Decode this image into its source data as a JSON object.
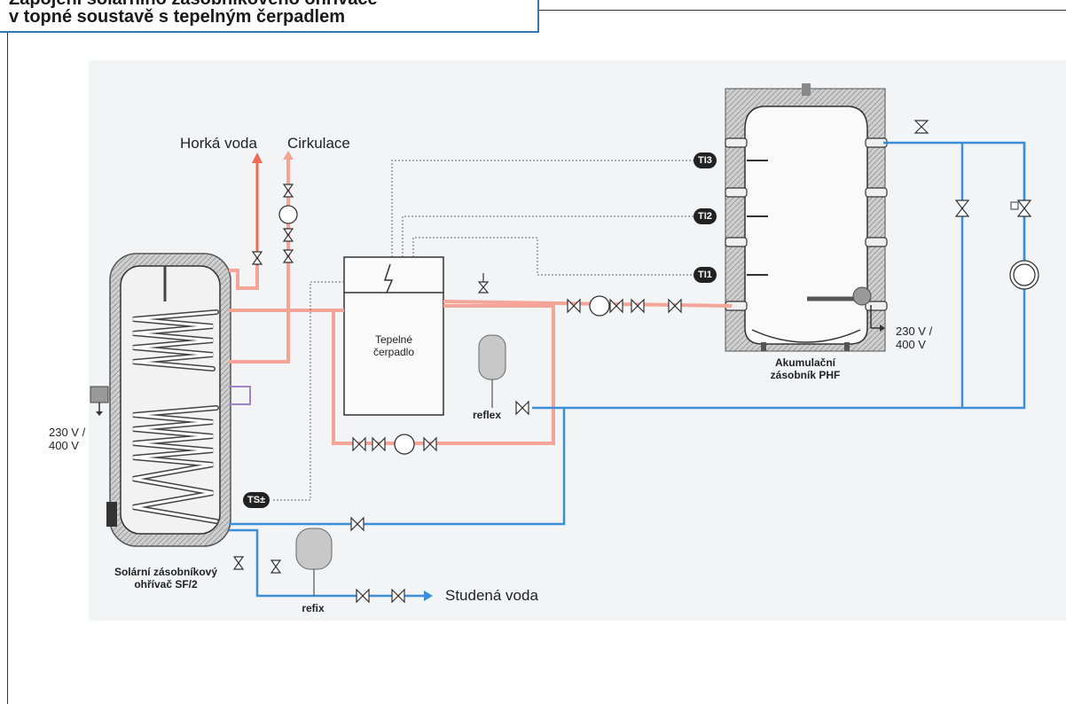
{
  "header": {
    "title_line1": "Zapojení solárního zásobníkového ohřívače",
    "title_line2": "v topné soustavě s tepelným čerpadlem"
  },
  "labels": {
    "hot_water": "Horká  voda",
    "circulation": "Cirkulace",
    "heat_pump_l1": "Tepelné",
    "heat_pump_l2": "čerpadlo",
    "buffer_l1": "Akumulační",
    "buffer_l2": "zásobník PHF",
    "voltage_right_l1": "230 V  /",
    "voltage_right_l2": "400  V",
    "voltage_left_l1": "230 V  /",
    "voltage_left_l2": "400  V",
    "solar_l1": "Solární zásobníkový",
    "solar_l2": "ohřívač SF/2",
    "reflex": "reflex",
    "refix": "refix",
    "cold_water": "Studená  voda"
  },
  "sensors": {
    "ti3": "TI3",
    "ti2": "TI2",
    "ti1": "TI1",
    "ts": "TS±"
  },
  "colors": {
    "hot_pipe": "#f4a598",
    "hot_pipe_strong": "#ef6b55",
    "cold_pipe": "#3a8fd8",
    "signal_line": "#666666",
    "tank_outline": "#333333",
    "insulation": "#c9c9c9",
    "title_border": "#2e78b7"
  }
}
